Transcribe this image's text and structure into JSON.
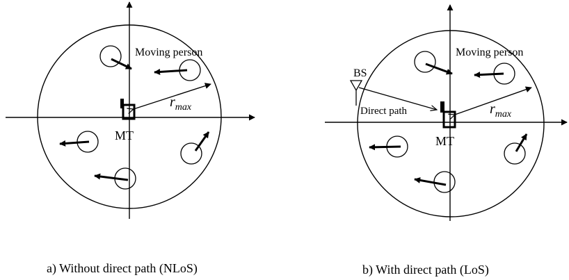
{
  "panel_a": {
    "moving_person_label": "Moving person",
    "r_label": "r",
    "r_subscript": "max",
    "mt_label": "MT",
    "caption": "a) Without direct path (NLoS)"
  },
  "panel_b": {
    "moving_person_label": "Moving person",
    "r_label": "r",
    "r_subscript": "max",
    "mt_label": "MT",
    "bs_label": "BS",
    "direct_path_label": "Direct path",
    "caption": "b) With direct path (LoS)"
  },
  "colors": {
    "ink": "#000000",
    "background": "#ffffff"
  }
}
